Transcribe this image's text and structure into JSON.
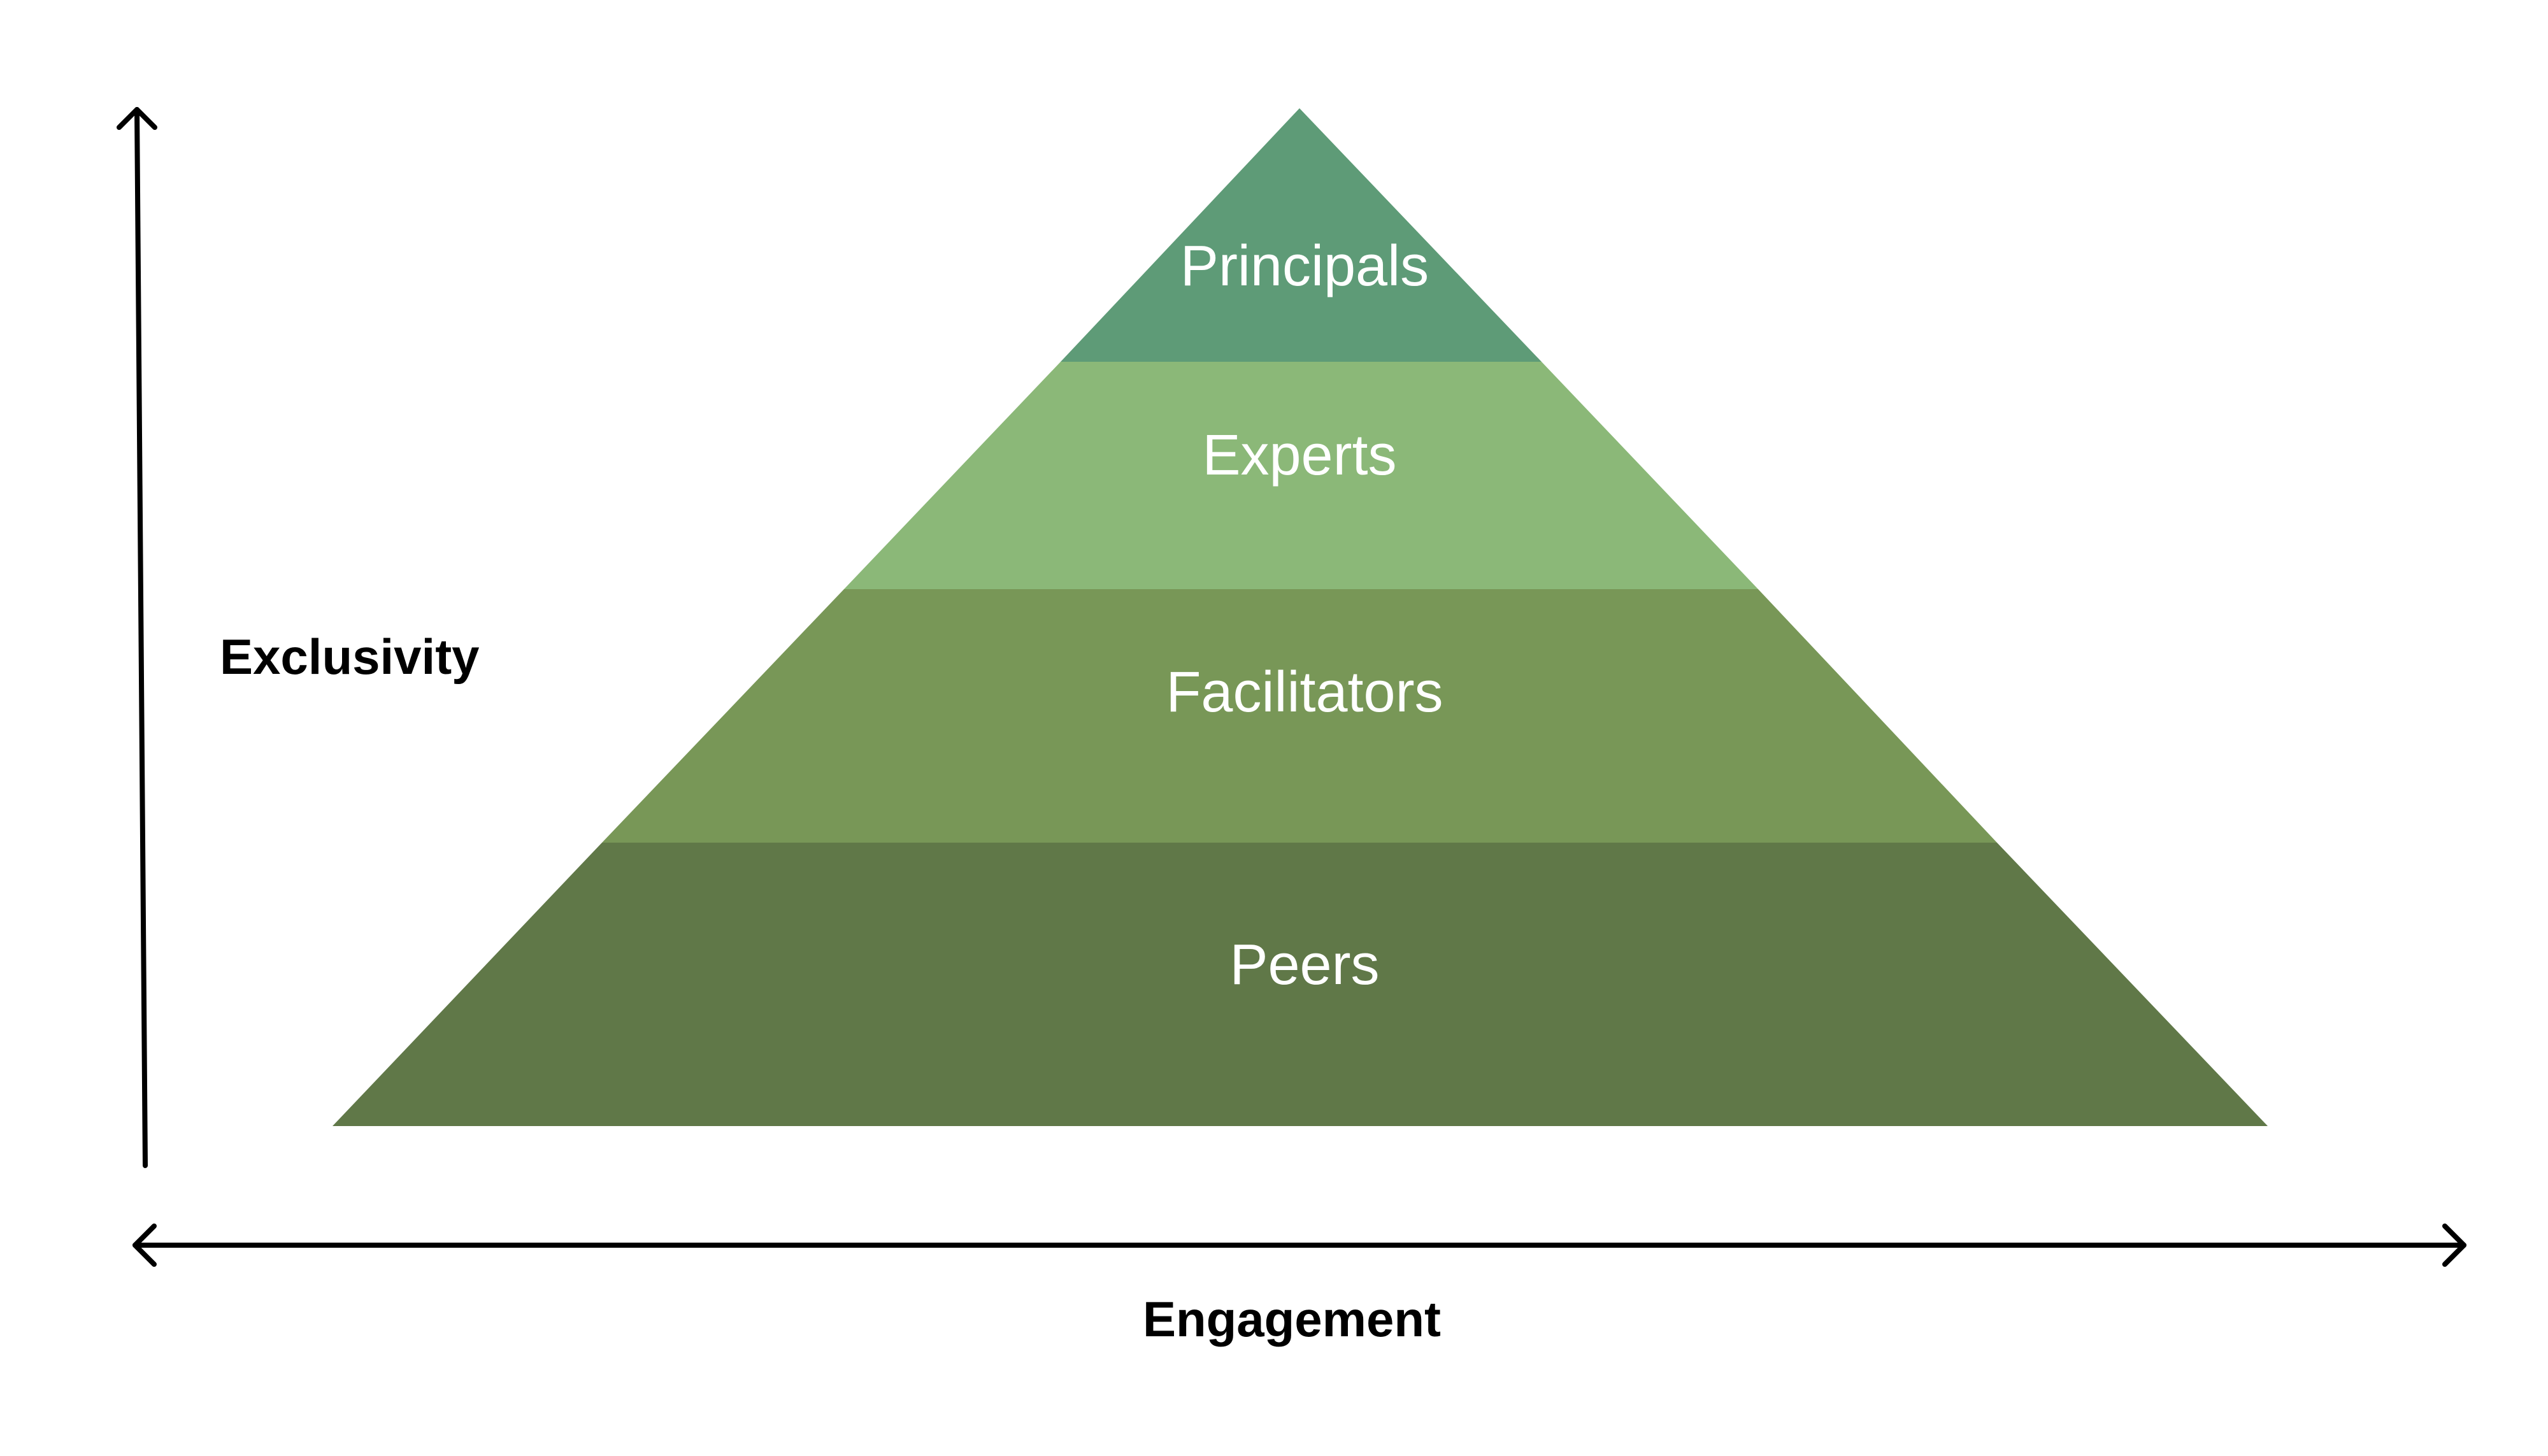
{
  "diagram": {
    "tiers": [
      {
        "label": "Principals",
        "color": "#5e9b77"
      },
      {
        "label": "Experts",
        "color": "#8bb878"
      },
      {
        "label": "Facilitators",
        "color": "#789757"
      },
      {
        "label": "Peers",
        "color": "#607848"
      }
    ],
    "axes": {
      "vertical_label": "Exclusivity",
      "horizontal_label": "Engagement",
      "color": "#000000"
    }
  }
}
